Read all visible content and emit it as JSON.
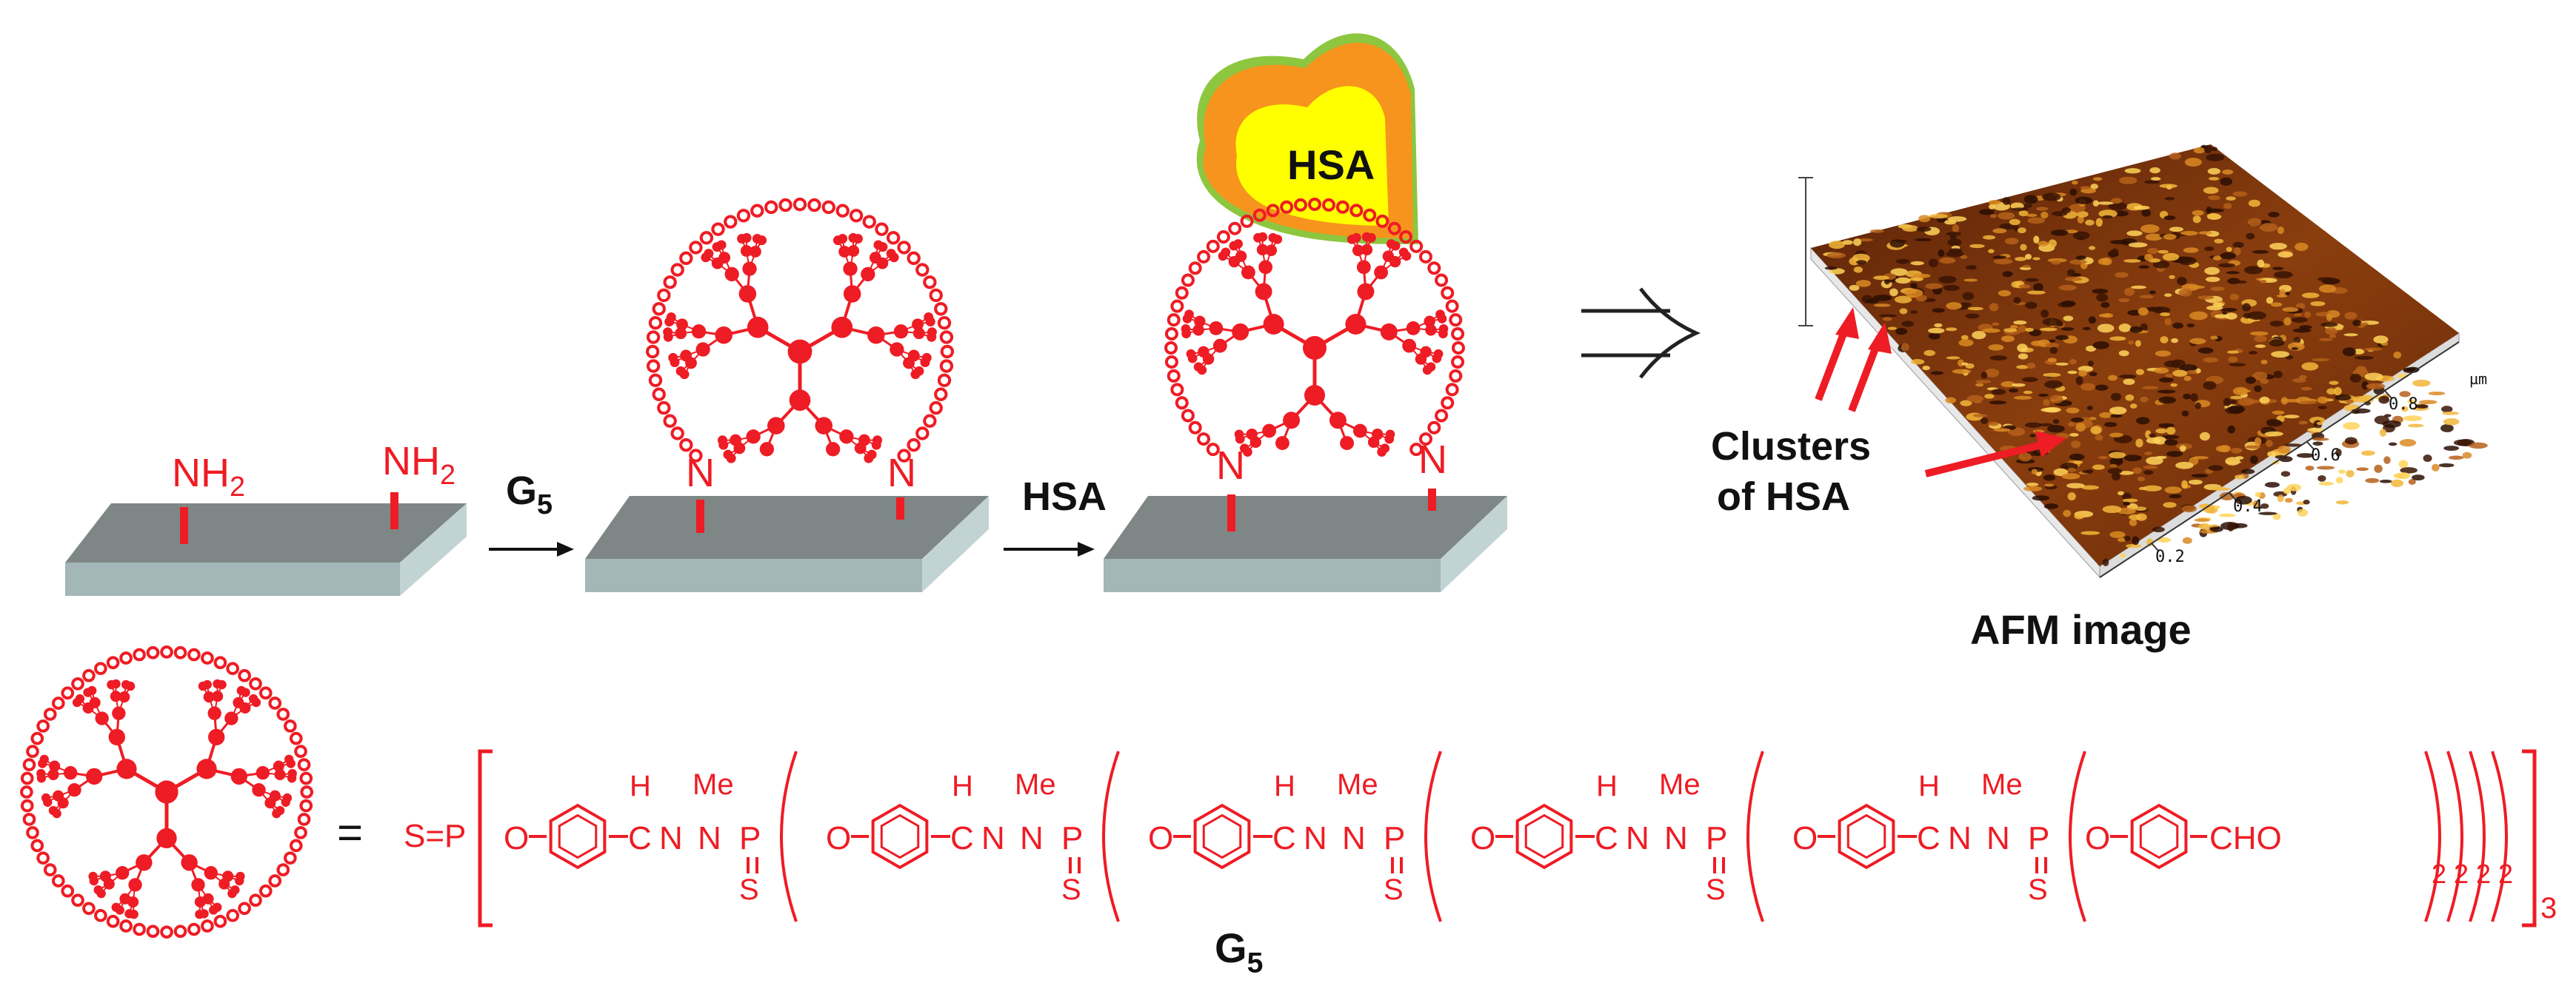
{
  "colors": {
    "dendrimer": "#ee1c24",
    "plate_top": "#7f8686",
    "plate_front": "#9fb2b4",
    "plate_side": "#b9cccd",
    "afm_dark": "#3a1404",
    "afm_mid": "#a45212",
    "afm_light": "#f2b63a",
    "hsa_yellow": "#ffff00",
    "hsa_orange": "#f7941d",
    "hsa_green": "#8dc63f"
  },
  "scheme": {
    "nh2_label": "NH",
    "nh2_subscript": "2",
    "n_label": "N",
    "step1_reagent": "G",
    "step1_subscript": "5",
    "step2_reagent": "HSA",
    "hsa_protein_label": "HSA"
  },
  "afm": {
    "caption": "AFM image",
    "annotation_line1": "Clusters",
    "annotation_line2": "of HSA",
    "axis_unit": "µm",
    "axis_ticks": [
      "0.2",
      "0.4",
      "0.6",
      "0.8"
    ]
  },
  "formula": {
    "equals": "=",
    "core": "S=P",
    "h": "H",
    "me": "Me",
    "repeat_unit": "O-C6H4-CH=N-N(Me)-P(S)",
    "terminal": "O-C6H4-CHO",
    "subscripts": [
      "2",
      "2",
      "2",
      "2"
    ],
    "final_subscript": "3",
    "name": "G",
    "name_subscript": "5",
    "generations": 5
  }
}
